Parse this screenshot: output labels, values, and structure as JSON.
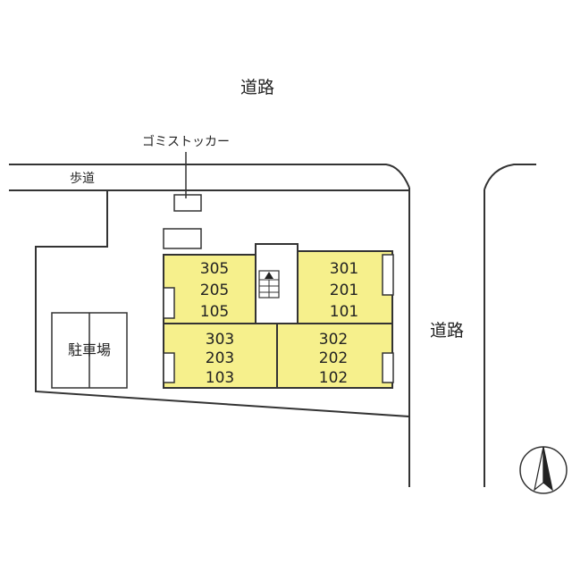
{
  "labels": {
    "road_top": "道路",
    "road_right": "道路",
    "sidewalk": "歩道",
    "garbage_stocker": "ゴミストッカー",
    "parking": "駐車場"
  },
  "units": {
    "top_left": [
      "305",
      "205",
      "105"
    ],
    "top_right": [
      "301",
      "201",
      "101"
    ],
    "bottom_left": [
      "303",
      "203",
      "103"
    ],
    "bottom_right": [
      "302",
      "202",
      "102"
    ]
  },
  "icons": {
    "compass": "north-arrow-icon",
    "stairs": "stairs-icon"
  },
  "colors": {
    "building_fill": "#f6f08c",
    "line": "#333333"
  }
}
